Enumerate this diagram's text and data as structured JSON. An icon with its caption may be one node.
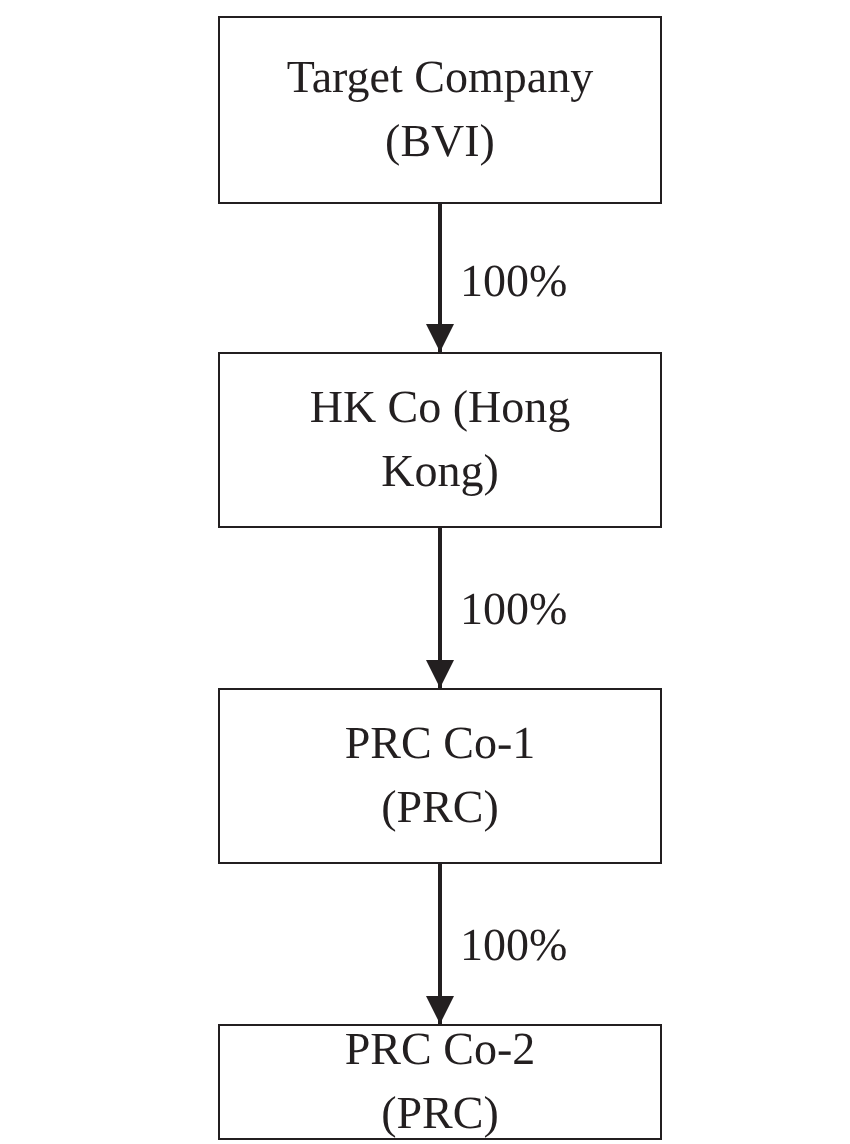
{
  "diagram": {
    "nodes": [
      {
        "text": [
          "Target Company (BVI)"
        ]
      },
      {
        "text": [
          "HK Co (Hong Kong)"
        ]
      },
      {
        "text": [
          "PRC Co-1 (PRC)"
        ]
      },
      {
        "text": [
          "PRC Co-2 (PRC)"
        ]
      }
    ],
    "edges": [
      {
        "from": 0,
        "to": 1,
        "arrow": "to",
        "label": "100%"
      },
      {
        "from": 1,
        "to": 2,
        "arrow": "to",
        "label": "100%"
      },
      {
        "from": 2,
        "to": 3,
        "arrow": "to",
        "label": "100%"
      }
    ]
  }
}
